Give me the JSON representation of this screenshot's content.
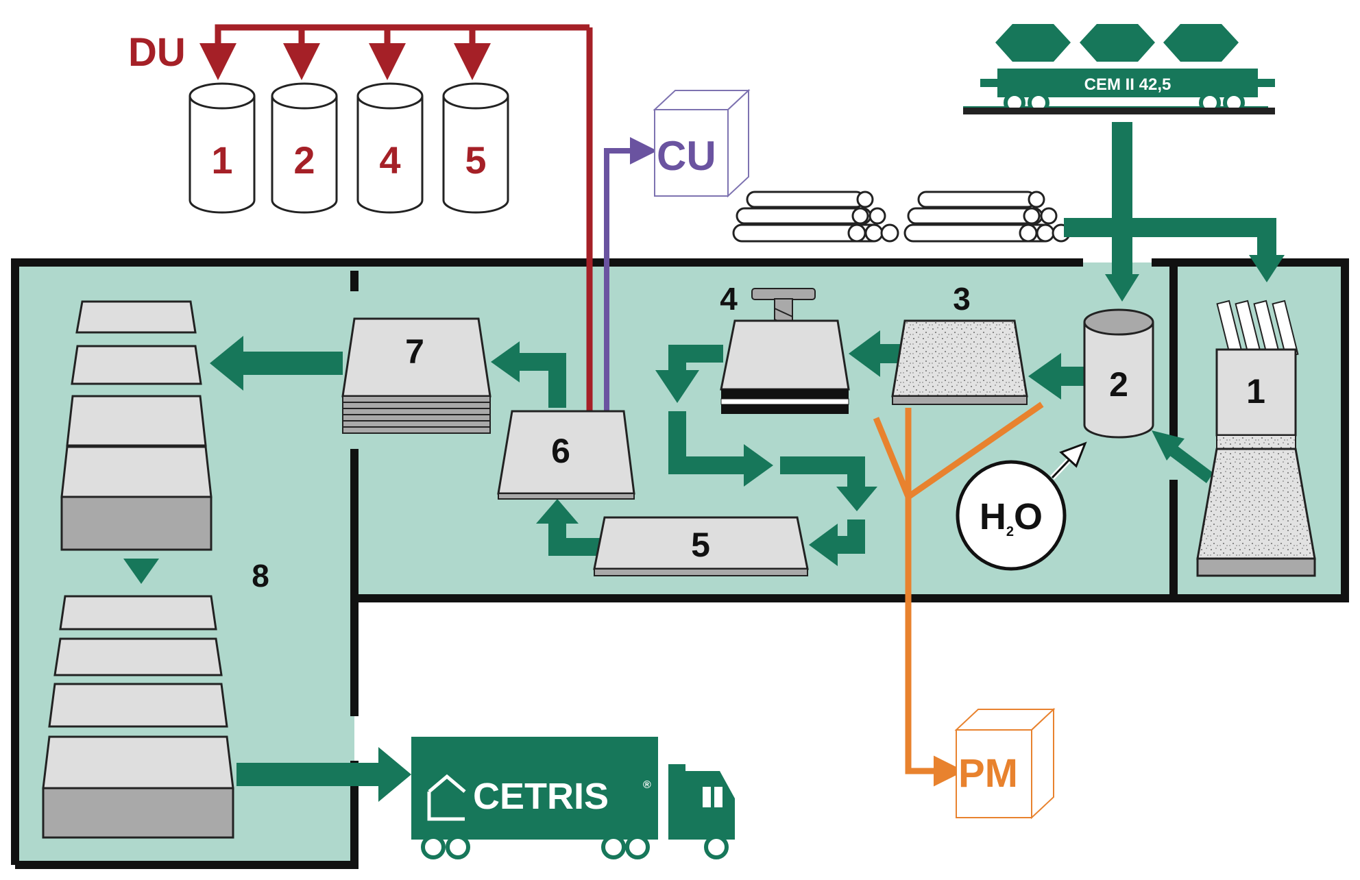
{
  "colors": {
    "room": "#afd8cc",
    "wall": "#111111",
    "green": "#17775a",
    "red": "#a52027",
    "purple": "#6a53a0",
    "orange": "#e8822e",
    "panel_top": "#dedede",
    "panel_side": "#a9a9a9"
  },
  "top": {
    "du_label": "DU",
    "silos": [
      "1",
      "2",
      "4",
      "5"
    ],
    "cu_label": "CU",
    "train_label": "CEM II 42,5"
  },
  "stations": {
    "s1": "1",
    "s2": "2",
    "s3": "3",
    "s4": "4",
    "s5": "5",
    "s6": "6",
    "s7": "7",
    "s8": "8"
  },
  "water": {
    "h": "H",
    "sub": "2",
    "o": "O"
  },
  "pm_label": "PM",
  "truck": {
    "brand": "CETRIS",
    "reg": "®"
  },
  "icons": [
    "silo-icon",
    "box-icon",
    "train-icon",
    "logs-icon",
    "truck-icon",
    "press-icon",
    "water-icon",
    "arrow-icon"
  ]
}
